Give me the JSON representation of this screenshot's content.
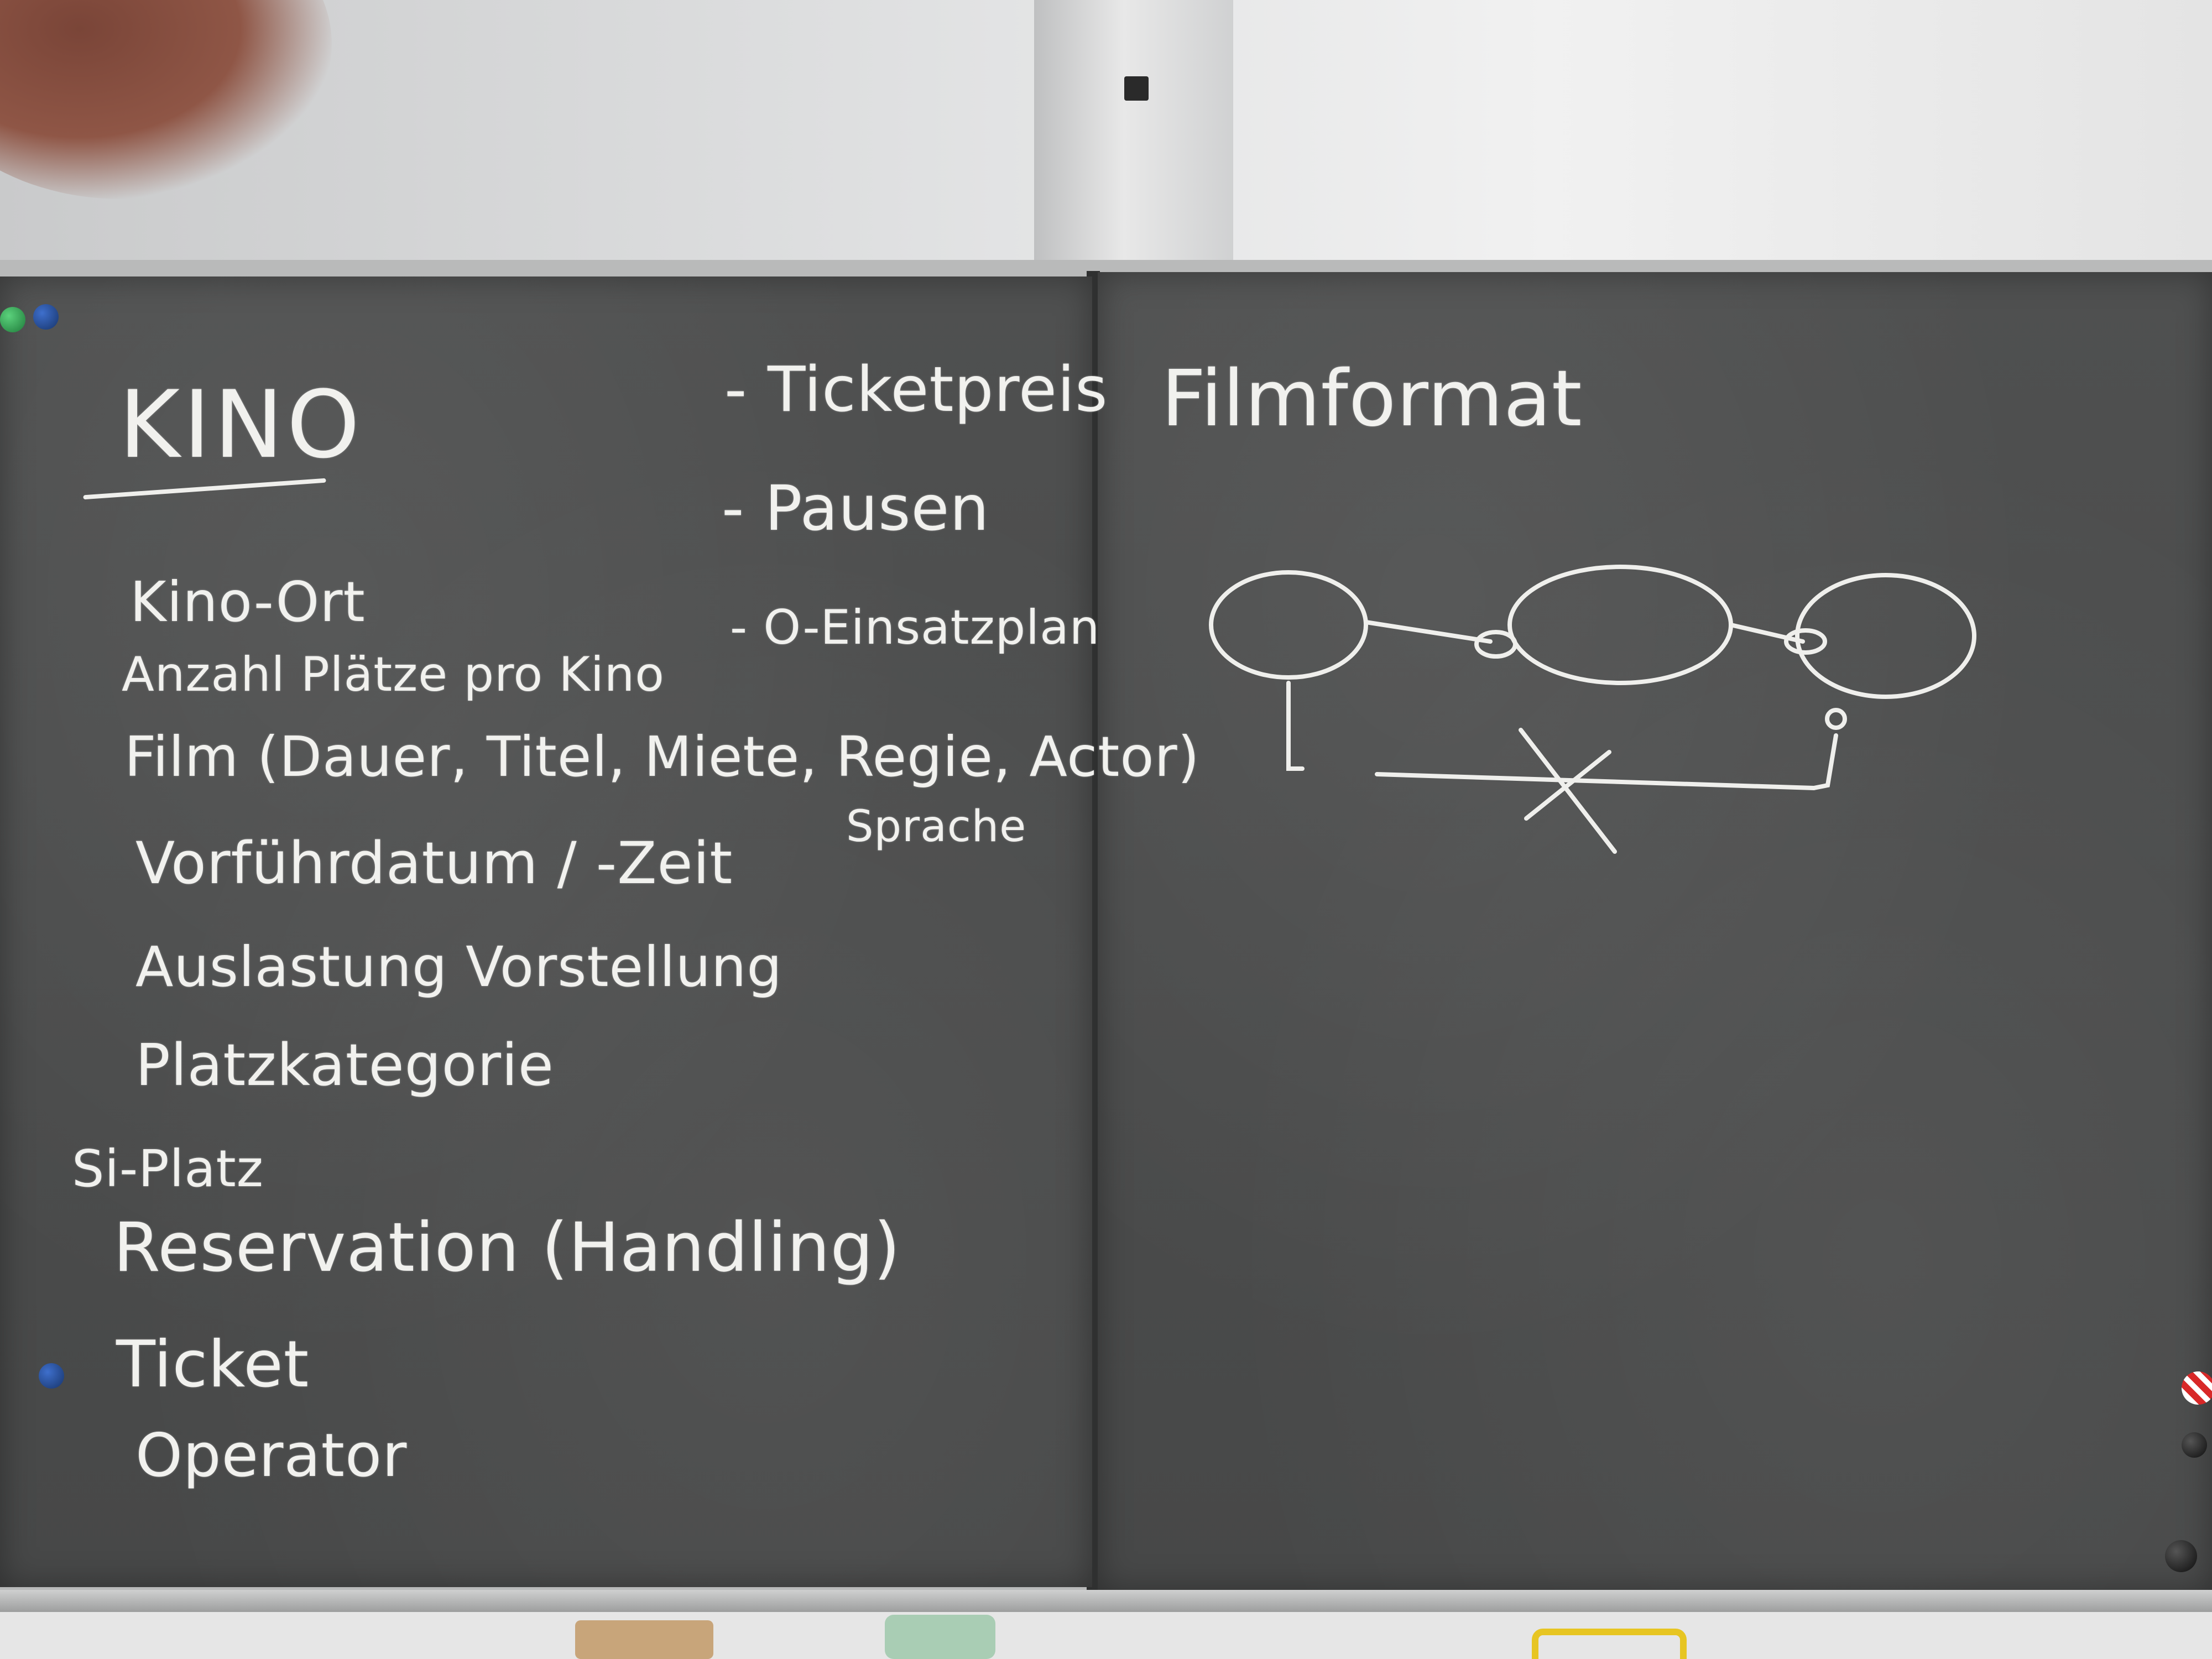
{
  "board_left": {
    "heading": "KINO",
    "items": [
      "Kino-Ort",
      "Anzahl Plätze pro Kino",
      "Film (Dauer, Titel, Miete, Regie, Actor)",
      "Sprache",
      "Vorführdatum / -Zeit",
      "Auslastung Vorstellung",
      "Platzkategorie",
      "Si-Platz",
      "Reservation (Handling)",
      "Ticket",
      "Operator"
    ],
    "side_list": [
      "- Ticketpreis",
      "- Pausen",
      "- O-Einsatzplan"
    ]
  },
  "board_right": {
    "heading": "Filmformat"
  },
  "colors": {
    "chalkboard": "#4b4c4c",
    "chalk": "#f1f1ee",
    "wall": "#e0e0e0"
  }
}
